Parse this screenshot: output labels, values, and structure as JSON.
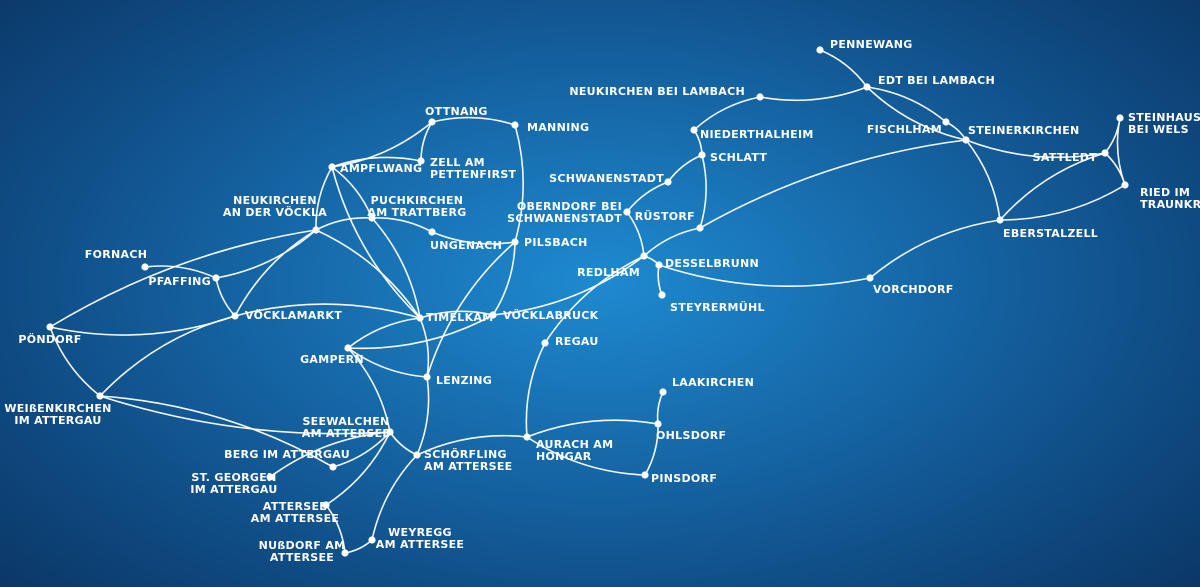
{
  "diagram": {
    "type": "network",
    "nodes": [
      {
        "id": "pennewang",
        "label": [
          "PENNEWANG"
        ]
      },
      {
        "id": "edt",
        "label": [
          "EDT BEI LAMBACH"
        ]
      },
      {
        "id": "neukirchen_lambach",
        "label": [
          "NEUKIRCHEN BEI LAMBACH"
        ]
      },
      {
        "id": "fischlham",
        "label": [
          "FISCHLHAM"
        ]
      },
      {
        "id": "steinerkirchen",
        "label": [
          "STEINERKIRCHEN"
        ]
      },
      {
        "id": "steinhaus",
        "label": [
          "STEINHAUS",
          "BEI WELS"
        ]
      },
      {
        "id": "sattledt",
        "label": [
          "SATTLEDT"
        ]
      },
      {
        "id": "ried",
        "label": [
          "RIED IM",
          "TRAUNKREIS"
        ]
      },
      {
        "id": "eberstalzell",
        "label": [
          "EBERSTALZELL"
        ]
      },
      {
        "id": "vorchdorf",
        "label": [
          "VORCHDORF"
        ]
      },
      {
        "id": "niederthalheim",
        "label": [
          "NIEDERTHALHEIM"
        ]
      },
      {
        "id": "schlatt",
        "label": [
          "SCHLATT"
        ]
      },
      {
        "id": "schwanenstadt",
        "label": [
          "SCHWANENSTADT"
        ]
      },
      {
        "id": "oberndorf",
        "label": [
          "OBERNDORF BEI",
          "SCHWANENSTADT"
        ]
      },
      {
        "id": "ruestorf",
        "label": [
          "RÜSTORF"
        ]
      },
      {
        "id": "redlham",
        "label": [
          "REDLHAM"
        ]
      },
      {
        "id": "desselbrunn",
        "label": [
          "DESSELBRUNN"
        ]
      },
      {
        "id": "steyrermuehl",
        "label": [
          "STEYRERMÜHL"
        ]
      },
      {
        "id": "ottnang",
        "label": [
          "OTTNANG"
        ]
      },
      {
        "id": "manning",
        "label": [
          "MANNING"
        ]
      },
      {
        "id": "ampflwang",
        "label": [
          "AMPFLWANG"
        ]
      },
      {
        "id": "zell",
        "label": [
          "ZELL AM",
          "PETTENFIRST"
        ]
      },
      {
        "id": "neukirchen_voeckla",
        "label": [
          "NEUKIRCHEN",
          "AN DER VÖCKLA"
        ]
      },
      {
        "id": "puchkirchen",
        "label": [
          "PUCHKIRCHEN",
          "AM TRATTBERG"
        ]
      },
      {
        "id": "ungenach",
        "label": [
          "UNGENACH"
        ]
      },
      {
        "id": "pilsbach",
        "label": [
          "PILSBACH"
        ]
      },
      {
        "id": "fornach",
        "label": [
          "FORNACH"
        ]
      },
      {
        "id": "pfaffing",
        "label": [
          "PFAFFING"
        ]
      },
      {
        "id": "voecklamarkt",
        "label": [
          "VÖCKLAMARKT"
        ]
      },
      {
        "id": "timelkam",
        "label": [
          "TIMELKAM"
        ]
      },
      {
        "id": "voecklabruck",
        "label": [
          "VÖCKLABRUCK"
        ]
      },
      {
        "id": "poendorf",
        "label": [
          "PÖNDORF"
        ]
      },
      {
        "id": "gampern",
        "label": [
          "GAMPERN"
        ]
      },
      {
        "id": "lenzing",
        "label": [
          "LENZING"
        ]
      },
      {
        "id": "regau",
        "label": [
          "REGAU"
        ]
      },
      {
        "id": "weissenkirchen",
        "label": [
          "WEIßENKIRCHEN",
          "IM ATTERGAU"
        ]
      },
      {
        "id": "seewalchen",
        "label": [
          "SEEWALCHEN",
          "AM ATTERSEE"
        ]
      },
      {
        "id": "berg",
        "label": [
          "BERG IM ATTERGAU"
        ]
      },
      {
        "id": "schoerfling",
        "label": [
          "SCHÖRFLING",
          "AM ATTERSEE"
        ]
      },
      {
        "id": "aurach",
        "label": [
          "AURACH AM",
          "HONGAR"
        ]
      },
      {
        "id": "laakirchen",
        "label": [
          "LAAKIRCHEN"
        ]
      },
      {
        "id": "ohlsdorf",
        "label": [
          "OHLSDORF"
        ]
      },
      {
        "id": "pinsdorf",
        "label": [
          "PINSDORF"
        ]
      },
      {
        "id": "stgeorgen",
        "label": [
          "ST. GEORGEN",
          "IM ATTERGAU"
        ]
      },
      {
        "id": "attersee",
        "label": [
          "ATTERSEE",
          "AM ATTERSEE"
        ]
      },
      {
        "id": "weyregg",
        "label": [
          "WEYREGG",
          "AM ATTERSEE"
        ]
      },
      {
        "id": "nussdorf",
        "label": [
          "NUßDORF AM",
          "ATTERSEE"
        ]
      }
    ],
    "edges": [
      [
        "pennewang",
        "edt"
      ],
      [
        "neukirchen_lambach",
        "edt"
      ],
      [
        "edt",
        "fischlham"
      ],
      [
        "edt",
        "steinerkirchen"
      ],
      [
        "fischlham",
        "steinerkirchen"
      ],
      [
        "steinerkirchen",
        "sattledt"
      ],
      [
        "steinerkirchen",
        "eberstalzell"
      ],
      [
        "steinerkirchen",
        "ruestorf"
      ],
      [
        "steinhaus",
        "sattledt"
      ],
      [
        "steinhaus",
        "ried"
      ],
      [
        "sattledt",
        "ried"
      ],
      [
        "sattledt",
        "eberstalzell"
      ],
      [
        "ried",
        "eberstalzell"
      ],
      [
        "eberstalzell",
        "vorchdorf"
      ],
      [
        "vorchdorf",
        "desselbrunn"
      ],
      [
        "neukirchen_lambach",
        "niederthalheim"
      ],
      [
        "niederthalheim",
        "schlatt"
      ],
      [
        "schlatt",
        "schwanenstadt"
      ],
      [
        "schlatt",
        "ruestorf"
      ],
      [
        "schwanenstadt",
        "oberndorf"
      ],
      [
        "oberndorf",
        "redlham"
      ],
      [
        "ruestorf",
        "redlham"
      ],
      [
        "redlham",
        "desselbrunn"
      ],
      [
        "desselbrunn",
        "steyrermuehl"
      ],
      [
        "redlham",
        "voecklabruck"
      ],
      [
        "redlham",
        "regau"
      ],
      [
        "ottnang",
        "manning"
      ],
      [
        "ottnang",
        "zell"
      ],
      [
        "ampflwang",
        "zell"
      ],
      [
        "ampflwang",
        "ottnang"
      ],
      [
        "manning",
        "pilsbach"
      ],
      [
        "ampflwang",
        "neukirchen_voeckla"
      ],
      [
        "ampflwang",
        "puchkirchen"
      ],
      [
        "ampflwang",
        "timelkam"
      ],
      [
        "puchkirchen",
        "ungenach"
      ],
      [
        "ungenach",
        "pilsbach"
      ],
      [
        "puchkirchen",
        "timelkam"
      ],
      [
        "puchkirchen",
        "neukirchen_voeckla"
      ],
      [
        "pilsbach",
        "voecklabruck"
      ],
      [
        "pilsbach",
        "lenzing"
      ],
      [
        "neukirchen_voeckla",
        "pfaffing"
      ],
      [
        "neukirchen_voeckla",
        "voecklamarkt"
      ],
      [
        "neukirchen_voeckla",
        "timelkam"
      ],
      [
        "neukirchen_voeckla",
        "poendorf"
      ],
      [
        "fornach",
        "pfaffing"
      ],
      [
        "pfaffing",
        "voecklamarkt"
      ],
      [
        "voecklamarkt",
        "poendorf"
      ],
      [
        "voecklamarkt",
        "weissenkirchen"
      ],
      [
        "voecklamarkt",
        "timelkam"
      ],
      [
        "poendorf",
        "weissenkirchen"
      ],
      [
        "timelkam",
        "voecklabruck"
      ],
      [
        "timelkam",
        "gampern"
      ],
      [
        "timelkam",
        "lenzing"
      ],
      [
        "gampern",
        "lenzing"
      ],
      [
        "gampern",
        "seewalchen"
      ],
      [
        "gampern",
        "voecklabruck"
      ],
      [
        "lenzing",
        "schoerfling"
      ],
      [
        "regau",
        "aurach"
      ],
      [
        "weissenkirchen",
        "berg"
      ],
      [
        "weissenkirchen",
        "seewalchen"
      ],
      [
        "seewalchen",
        "berg"
      ],
      [
        "seewalchen",
        "stgeorgen"
      ],
      [
        "seewalchen",
        "attersee"
      ],
      [
        "seewalchen",
        "schoerfling"
      ],
      [
        "schoerfling",
        "aurach"
      ],
      [
        "schoerfling",
        "weyregg"
      ],
      [
        "aurach",
        "ohlsdorf"
      ],
      [
        "laakirchen",
        "ohlsdorf"
      ],
      [
        "ohlsdorf",
        "pinsdorf"
      ],
      [
        "aurach",
        "pinsdorf"
      ],
      [
        "attersee",
        "nussdorf"
      ],
      [
        "nussdorf",
        "weyregg"
      ]
    ]
  }
}
